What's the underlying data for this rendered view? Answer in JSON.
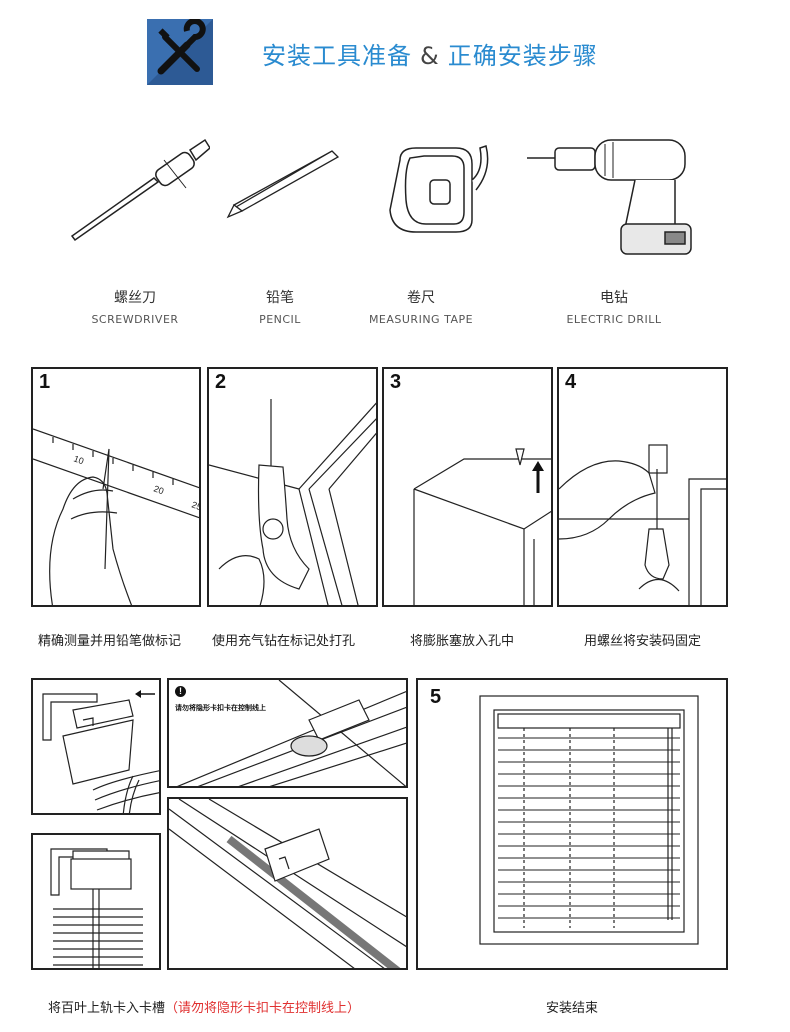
{
  "header": {
    "title_part1": "安装工具准备",
    "title_amp": "&",
    "title_part2": "正确安装步骤",
    "icon": "tools-icon",
    "accent_color": "#2a8bd0",
    "icon_color": "#3a6fb0"
  },
  "tools": [
    {
      "cn": "螺丝刀",
      "en": "SCREWDRIVER",
      "icon": "screwdriver-icon"
    },
    {
      "cn": "铅笔",
      "en": "PENCIL",
      "icon": "pencil-icon"
    },
    {
      "cn": "卷尺",
      "en": "MEASURING TAPE",
      "icon": "measuring-tape-icon"
    },
    {
      "cn": "电钻",
      "en": "ELECTRIC DRILL",
      "icon": "electric-drill-icon"
    }
  ],
  "steps": [
    {
      "num": "1",
      "caption": "精确测量并用铅笔做标记"
    },
    {
      "num": "2",
      "caption": "使用充气钻在标记处打孔"
    },
    {
      "num": "3",
      "caption": "将膨胀塞放入孔中"
    },
    {
      "num": "4",
      "caption": "用螺丝将安装码固定"
    }
  ],
  "ruler_labels": [
    "10",
    "20",
    "25"
  ],
  "step5": {
    "num": "5",
    "warning_note": "请勿将隐形卡扣卡在控制线上",
    "caption_main": "将百叶上轨卡入卡槽",
    "caption_warning": "（请勿将隐形卡扣卡在控制线上）",
    "caption_done": "安装结束",
    "warning_color": "#e03030"
  }
}
